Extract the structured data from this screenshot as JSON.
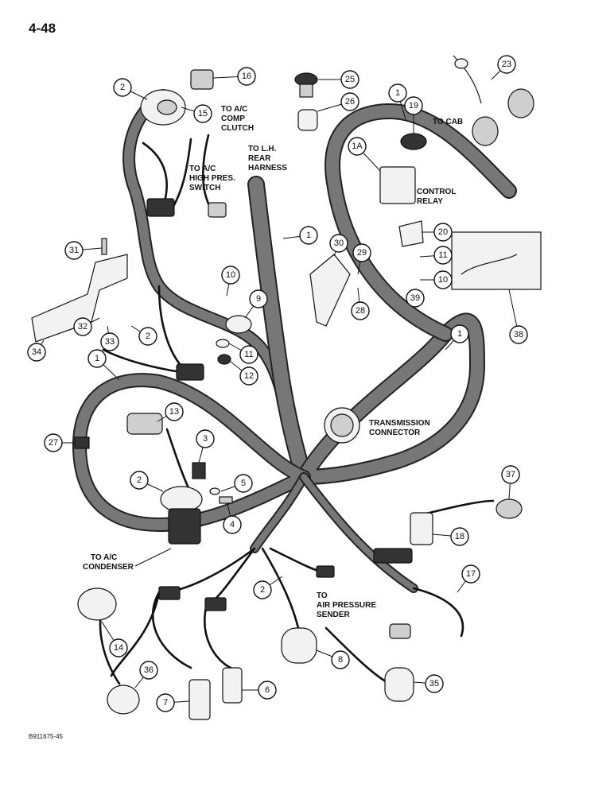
{
  "page_number": "4-48",
  "figure_code": "B911675-45",
  "labels": {
    "ac_comp_clutch": [
      "TO A/C",
      "COMP",
      "CLUTCH"
    ],
    "ac_high_pres_switch": [
      "TO A/C",
      "HIGH PRES.",
      "SWITCH"
    ],
    "lh_rear_harness": [
      "TO L.H.",
      "REAR",
      "HARNESS"
    ],
    "to_cab": [
      "TO CAB"
    ],
    "control_relay": [
      "CONTROL",
      "RELAY"
    ],
    "transmission_connector": [
      "TRANSMISSION",
      "CONNECTOR"
    ],
    "ac_condenser": [
      "TO A/C",
      "CONDENSER"
    ],
    "air_pressure_sender": [
      "TO",
      "AIR PRESSURE",
      "SENDER"
    ]
  },
  "callouts": {
    "c1a": "1",
    "c1b": "1",
    "c1c": "1",
    "c1d": "1",
    "c1e": "1A",
    "c2a": "2",
    "c2b": "2",
    "c2c": "2",
    "c2d": "2",
    "c3": "3",
    "c4": "4",
    "c5": "5",
    "c6": "6",
    "c7": "7",
    "c8": "8",
    "c9": "9",
    "c10a": "10",
    "c10b": "10",
    "c11a": "11",
    "c11b": "11",
    "c12": "12",
    "c13": "13",
    "c14": "14",
    "c15": "15",
    "c16": "16",
    "c17": "17",
    "c18": "18",
    "c19": "19",
    "c20": "20",
    "c23": "23",
    "c25": "25",
    "c26": "26",
    "c27": "27",
    "c28": "28",
    "c29": "29",
    "c30": "30",
    "c31": "31",
    "c32": "32",
    "c33": "33",
    "c34": "34",
    "c35": "35",
    "c36": "36",
    "c37": "37",
    "c38": "38",
    "c39": "39"
  }
}
